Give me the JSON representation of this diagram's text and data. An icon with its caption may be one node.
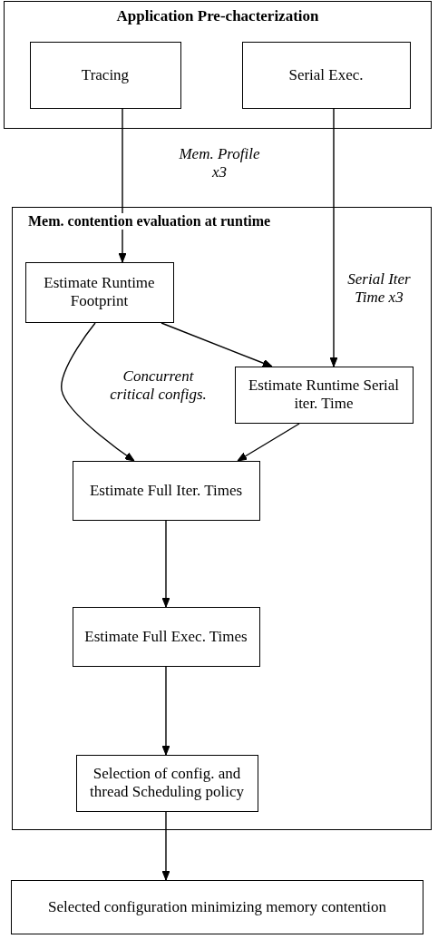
{
  "diagram": {
    "nodes": [
      {
        "text": [
          "Application Pre-chacterization"
        ]
      },
      {
        "text": [
          "Tracing"
        ],
        "in": 0
      },
      {
        "text": [
          "Serial Exec."
        ],
        "in": 0
      },
      {
        "text": [
          "Mem. contention evaluation at runtime"
        ]
      },
      {
        "text": [
          "Estimate Runtime Footprint"
        ],
        "in": 3
      },
      {
        "text": [
          "Estimate Runtime Serial iter. Time"
        ],
        "in": 3
      },
      {
        "text": [
          "Estimate Full Iter. Times"
        ],
        "in": 3
      },
      {
        "text": [
          "Estimate Full Exec. Times"
        ],
        "in": 3
      },
      {
        "text": [
          "Selection of config. and thread Scheduling policy"
        ],
        "in": 3
      },
      {
        "text": [
          "Selected configuration minimizing memory contention"
        ]
      }
    ],
    "edges": [
      {
        "from": 1,
        "to": 4,
        "arrow": "to",
        "label": "Mem. Profile x3"
      },
      {
        "from": 2,
        "to": 5,
        "arrow": "to",
        "label": "Serial Iter Time x3"
      },
      {
        "from": 4,
        "to": 5,
        "arrow": "to"
      },
      {
        "from": 4,
        "to": 6,
        "arrow": "to",
        "label": "Concurrent critical configs."
      },
      {
        "from": 5,
        "to": 6,
        "arrow": "to"
      },
      {
        "from": 6,
        "to": 7,
        "arrow": "to"
      },
      {
        "from": 7,
        "to": 8,
        "arrow": "to"
      },
      {
        "from": 8,
        "to": 9,
        "arrow": "to"
      }
    ]
  }
}
